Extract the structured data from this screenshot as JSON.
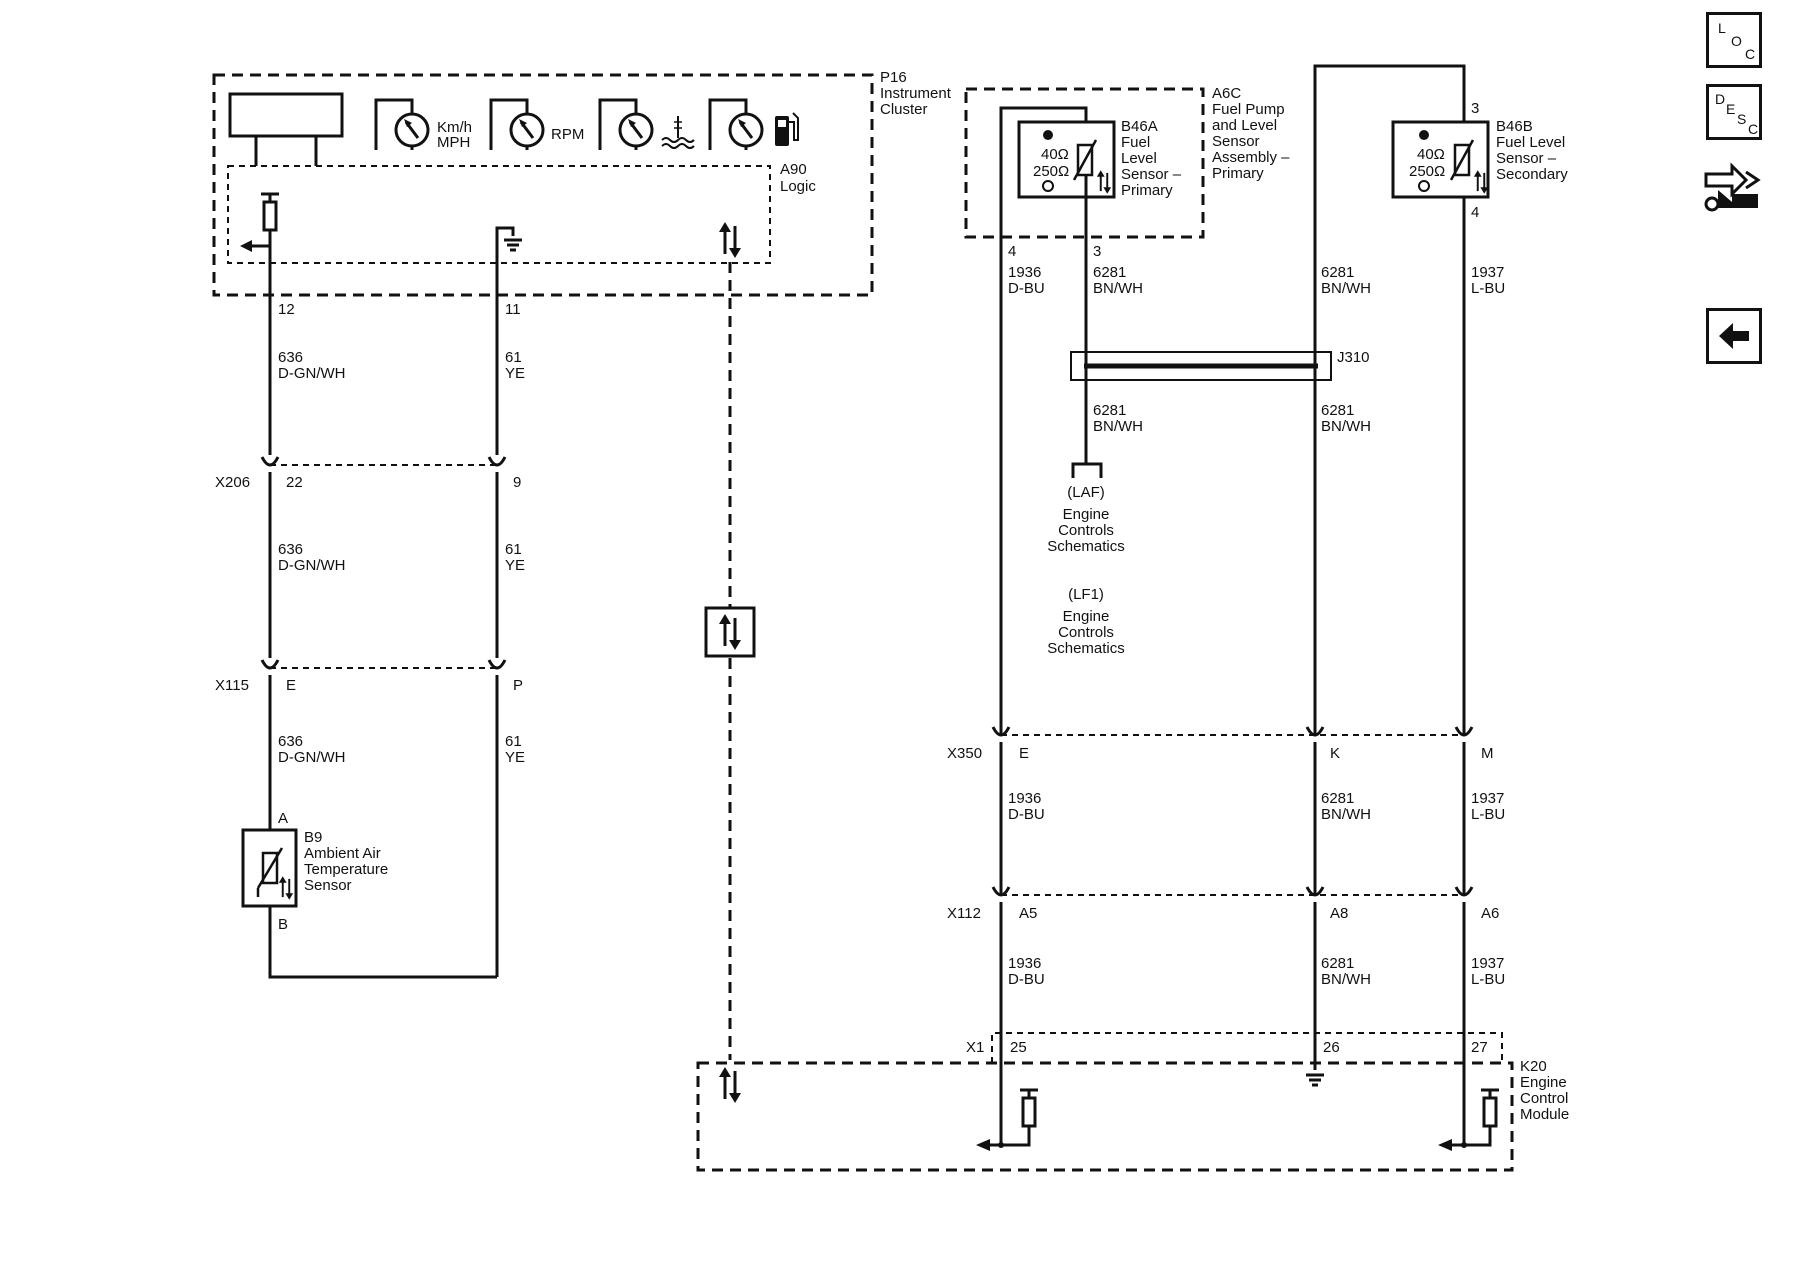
{
  "nav": {
    "loc": [
      "L",
      "O",
      "C"
    ],
    "desc": [
      "D",
      "E",
      "S",
      "C"
    ]
  },
  "labels": {
    "p16_ref": "P16",
    "p16_name": [
      "Instrument",
      "Cluster"
    ],
    "speed_gauge": [
      "Km/h",
      "MPH"
    ],
    "rpm_gauge": "RPM",
    "a90_ref": "A90",
    "a90_name": "Logic",
    "a6c_ref": "A6C",
    "a6c_name": [
      "Fuel Pump",
      "and Level",
      "Sensor",
      "Assembly –",
      "Primary"
    ],
    "b46a_ref": "B46A",
    "b46a_name": [
      "Fuel",
      "Level",
      "Sensor –",
      "Primary"
    ],
    "b46b_ref": "B46B",
    "b46b_name": [
      "Fuel Level",
      "Sensor –",
      "Secondary"
    ],
    "ohm_low": "40Ω",
    "ohm_high": "250Ω",
    "b9_ref": "B9",
    "b9_name": [
      "Ambient Air",
      "Temperature",
      "Sensor"
    ],
    "k20_ref": "K20",
    "k20_name": [
      "Engine",
      "Control",
      "Module"
    ],
    "j310": "J310",
    "laf_note": [
      "(LAF)",
      "Engine",
      "Controls",
      "Schematics"
    ],
    "lf1_note": [
      "(LF1)",
      "Engine",
      "Controls",
      "Schematics"
    ]
  },
  "pins": {
    "p16_12": "12",
    "p16_11": "11",
    "a6c_4": "4",
    "a6c_3": "3",
    "b46b_3": "3",
    "b46b_4": "4",
    "b9_a": "A",
    "b9_b": "B",
    "x206": "X206",
    "x206_a": "22",
    "x206_b": "9",
    "x115": "X115",
    "x115_a": "E",
    "x115_b": "P",
    "x350": "X350",
    "x350_a": "E",
    "x350_b": "K",
    "x350_c": "M",
    "x112": "X112",
    "x112_a": "A5",
    "x112_b": "A8",
    "x112_c": "A6",
    "x1": "X1",
    "x1_a": "25",
    "x1_b": "26",
    "x1_c": "27"
  },
  "wires": {
    "w636": [
      "636",
      "D-GN/WH"
    ],
    "w61": [
      "61",
      "YE"
    ],
    "w1936": [
      "1936",
      "D-BU"
    ],
    "w6281": [
      "6281",
      "BN/WH"
    ],
    "w1937": [
      "1937",
      "L-BU"
    ]
  }
}
